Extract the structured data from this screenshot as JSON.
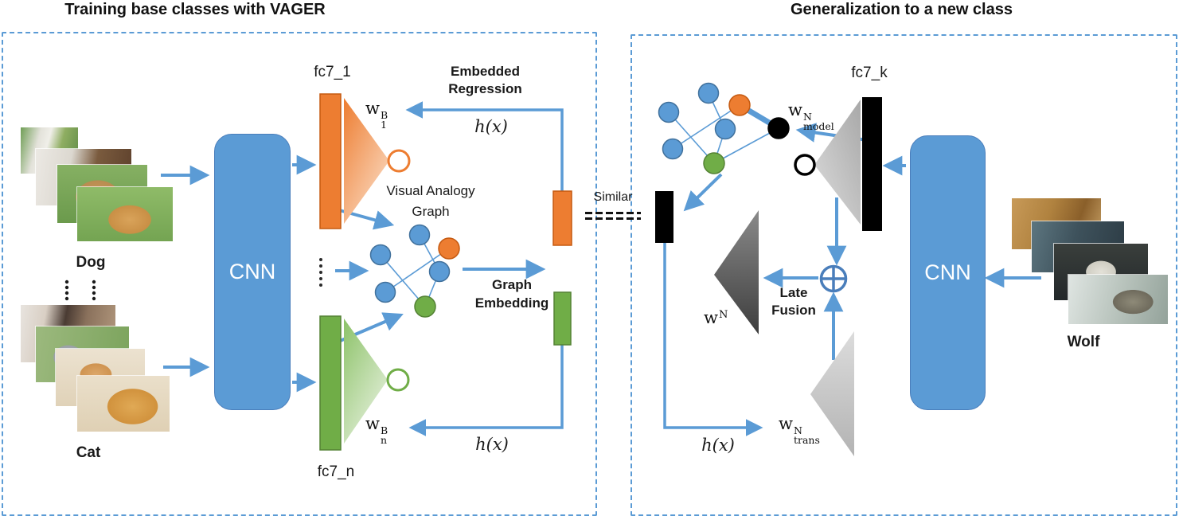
{
  "titles": {
    "left": "Training base classes with VAGER",
    "right": "Generalization to a new class"
  },
  "left_panel": {
    "dog_label": "Dog",
    "cat_label": "Cat",
    "cnn_label": "CNN",
    "fc7_top": "fc7_1",
    "fc7_bottom": "fc7_n",
    "w_top": {
      "base": "w",
      "sup": "B",
      "sub": "1"
    },
    "w_bottom": {
      "base": "w",
      "sup": "B",
      "sub": "n"
    },
    "embedded_regression": {
      "line1": "Embedded",
      "line2": "Regression"
    },
    "hx_top": "h(x)",
    "hx_bottom": "h(x)",
    "visual_analogy_graph": {
      "line1": "Visual Analogy",
      "line2": "Graph"
    },
    "graph_embedding": {
      "line1": "Graph",
      "line2": "Embedding"
    }
  },
  "middle": {
    "similar": "Similar"
  },
  "right_panel": {
    "wolf_label": "Wolf",
    "cnn_label": "CNN",
    "fc7": "fc7_k",
    "w_model": {
      "base": "w",
      "sup": "N",
      "sub": "model"
    },
    "w_n": {
      "base": "w",
      "sup": "N"
    },
    "w_trans": {
      "base": "w",
      "sup": "N",
      "sub": "trans"
    },
    "late_fusion": {
      "line1": "Late",
      "line2": "Fusion"
    },
    "hx": "h(x)"
  },
  "colors": {
    "blue": "#5B9BD5",
    "orange": "#ED7D31",
    "green": "#70AD47",
    "black": "#000000",
    "gray_light": "#BFBFBF",
    "gray_dark": "#595959",
    "panel_border": "#5B9BD5"
  }
}
